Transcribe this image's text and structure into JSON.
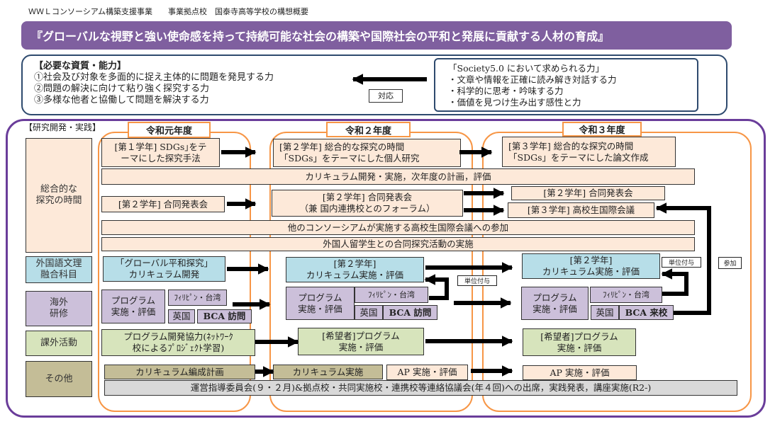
{
  "header": {
    "caption": "ＷＷＬコンソーシアム構築支援事業　　事業拠点校　国泰寺高等学校の構想概要"
  },
  "banner": {
    "title": "『グローバルな視野と強い使命感を持って持続可能な社会の構築や国際社会の平和と発展に貢献する人材の育成』"
  },
  "qualities": {
    "heading": "【必要な資質・能力】",
    "items": [
      "①社会及び対象を多面的に捉え主体的に問題を発見する力",
      "②問題の解決に向けて粘り強く探究する力",
      "③多様な他者と協働して問題を解決する力"
    ],
    "correspond_label": "対応"
  },
  "society": {
    "heading": "「Society5.0 において求められる力」",
    "items": [
      "・文章や情報を正確に読み解き対話する力",
      "・科学的に思考・吟味する力",
      "・価値を見つけ生み出す感性と力"
    ]
  },
  "practice": {
    "heading": "【研究開発・実践】",
    "years": [
      "令和元年度",
      "令和２年度",
      "令和３年度"
    ],
    "rows": [
      "総合的な\n探究の時間",
      "外国語文理\n融合科目",
      "海外\n研修",
      "課外活動",
      "その他"
    ],
    "sogo": {
      "y1_grade1": [
        "[第１学年] SDGs｣をテ",
        "ーマにした探究手法"
      ],
      "y2_grade2": [
        "[第２学年] 総合的な探究の時間",
        "「SDGs」をテーマにした個人研究"
      ],
      "y3_grade3": [
        "[第３学年] 総合的な探究の時間",
        "「SDGs」をテーマにした論文作成"
      ],
      "curriculum_band": "カリキュラム開発・実施，次年度の計画，評価",
      "y1_presentation": "[第２学年] 合同発表会",
      "y2_presentation": [
        "[第２学年] 合同発表会",
        "（兼 国内連携校とのフォーラム）"
      ],
      "y3_presentation": "[第２学年] 合同発表会",
      "y3_conference": "[第３学年] 高校生国際会議",
      "consortium_band": "他のコンソーシアムが実施する高校生国際会議への参加",
      "exchange_band": "外国人留学生との合同探究活動の実施"
    },
    "foreign": {
      "y1": [
        "「グローバル平和探究」",
        "カリキュラム開発"
      ],
      "y2": [
        "[第２学年]",
        "カリキュラム実施・評価"
      ],
      "y3": [
        "[第２学年]",
        "カリキュラム実施・評価"
      ]
    },
    "overseas": {
      "program": [
        "プログラム",
        "実施・評価"
      ],
      "philippines": "ﾌｨﾘﾋﾟﾝ・台湾",
      "uk": "英国",
      "bca_visit": "BCA 訪問",
      "bca_come": "BCA 来校"
    },
    "extra": {
      "y1": [
        "プログラム開発協力(ﾈｯﾄﾜｰｸ",
        "校によるﾌﾟﾛｼﾞｪｸﾄ学習)"
      ],
      "y2": [
        "[希望者]プログラム",
        "実施・評価"
      ],
      "y3": [
        "[希望者]プログラム",
        "実施・評価"
      ]
    },
    "other": {
      "y1": "カリキュラム編成計画",
      "y2_curriculum": "カリキュラム実施",
      "y2_ap": "AP 実施・評価",
      "y3_ap": "AP 実施・評価",
      "committee_band": "運営指導委員会(９・２月)&拠点校・共同実施校・連携校等連絡協議会(年４回)への出席，実践発表，講座実施(R2-)"
    },
    "tags": {
      "credit": "単位付与",
      "participate": "参加"
    }
  },
  "colors": {
    "banner": "#7f5f9f",
    "frame": "#6a3d9a",
    "year_border": "#f79646",
    "blue_border": "#2e4a6e"
  }
}
